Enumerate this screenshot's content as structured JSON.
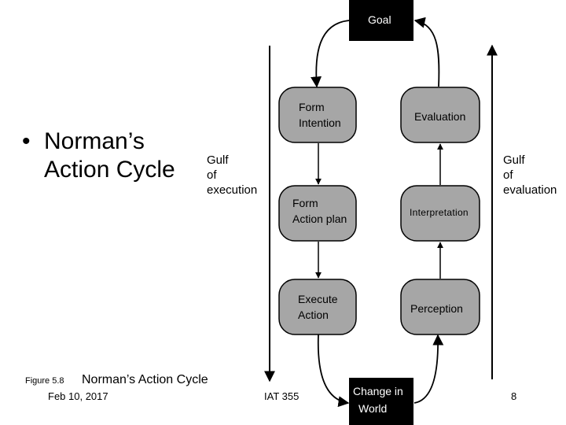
{
  "slide": {
    "bullet": "•",
    "title_line1": "Norman’s",
    "title_line2": "Action Cycle"
  },
  "diagram": {
    "goal": "Goal",
    "form_intention_line1": "Form",
    "form_intention_line2": "Intention",
    "form_action_line1": "Form",
    "form_action_line2": "Action plan",
    "execute_line1": "Execute",
    "execute_line2": "Action",
    "evaluation": "Evaluation",
    "interpretation": "Interpretation",
    "perception": "Perception",
    "world_line1": "Change in",
    "world_line2": "World",
    "gulf_exec": [
      "Gulf",
      "of",
      "execution"
    ],
    "gulf_eval": [
      "Gulf",
      "of",
      "evaluation"
    ]
  },
  "footer": {
    "figure_label": "Figure 5.8",
    "caption": "Norman’s Action Cycle",
    "date": "Feb 10, 2017",
    "course": "IAT 355",
    "page": "8"
  },
  "colors": {
    "box_fill": "#a6a6a6",
    "dark_fill": "#000000"
  }
}
